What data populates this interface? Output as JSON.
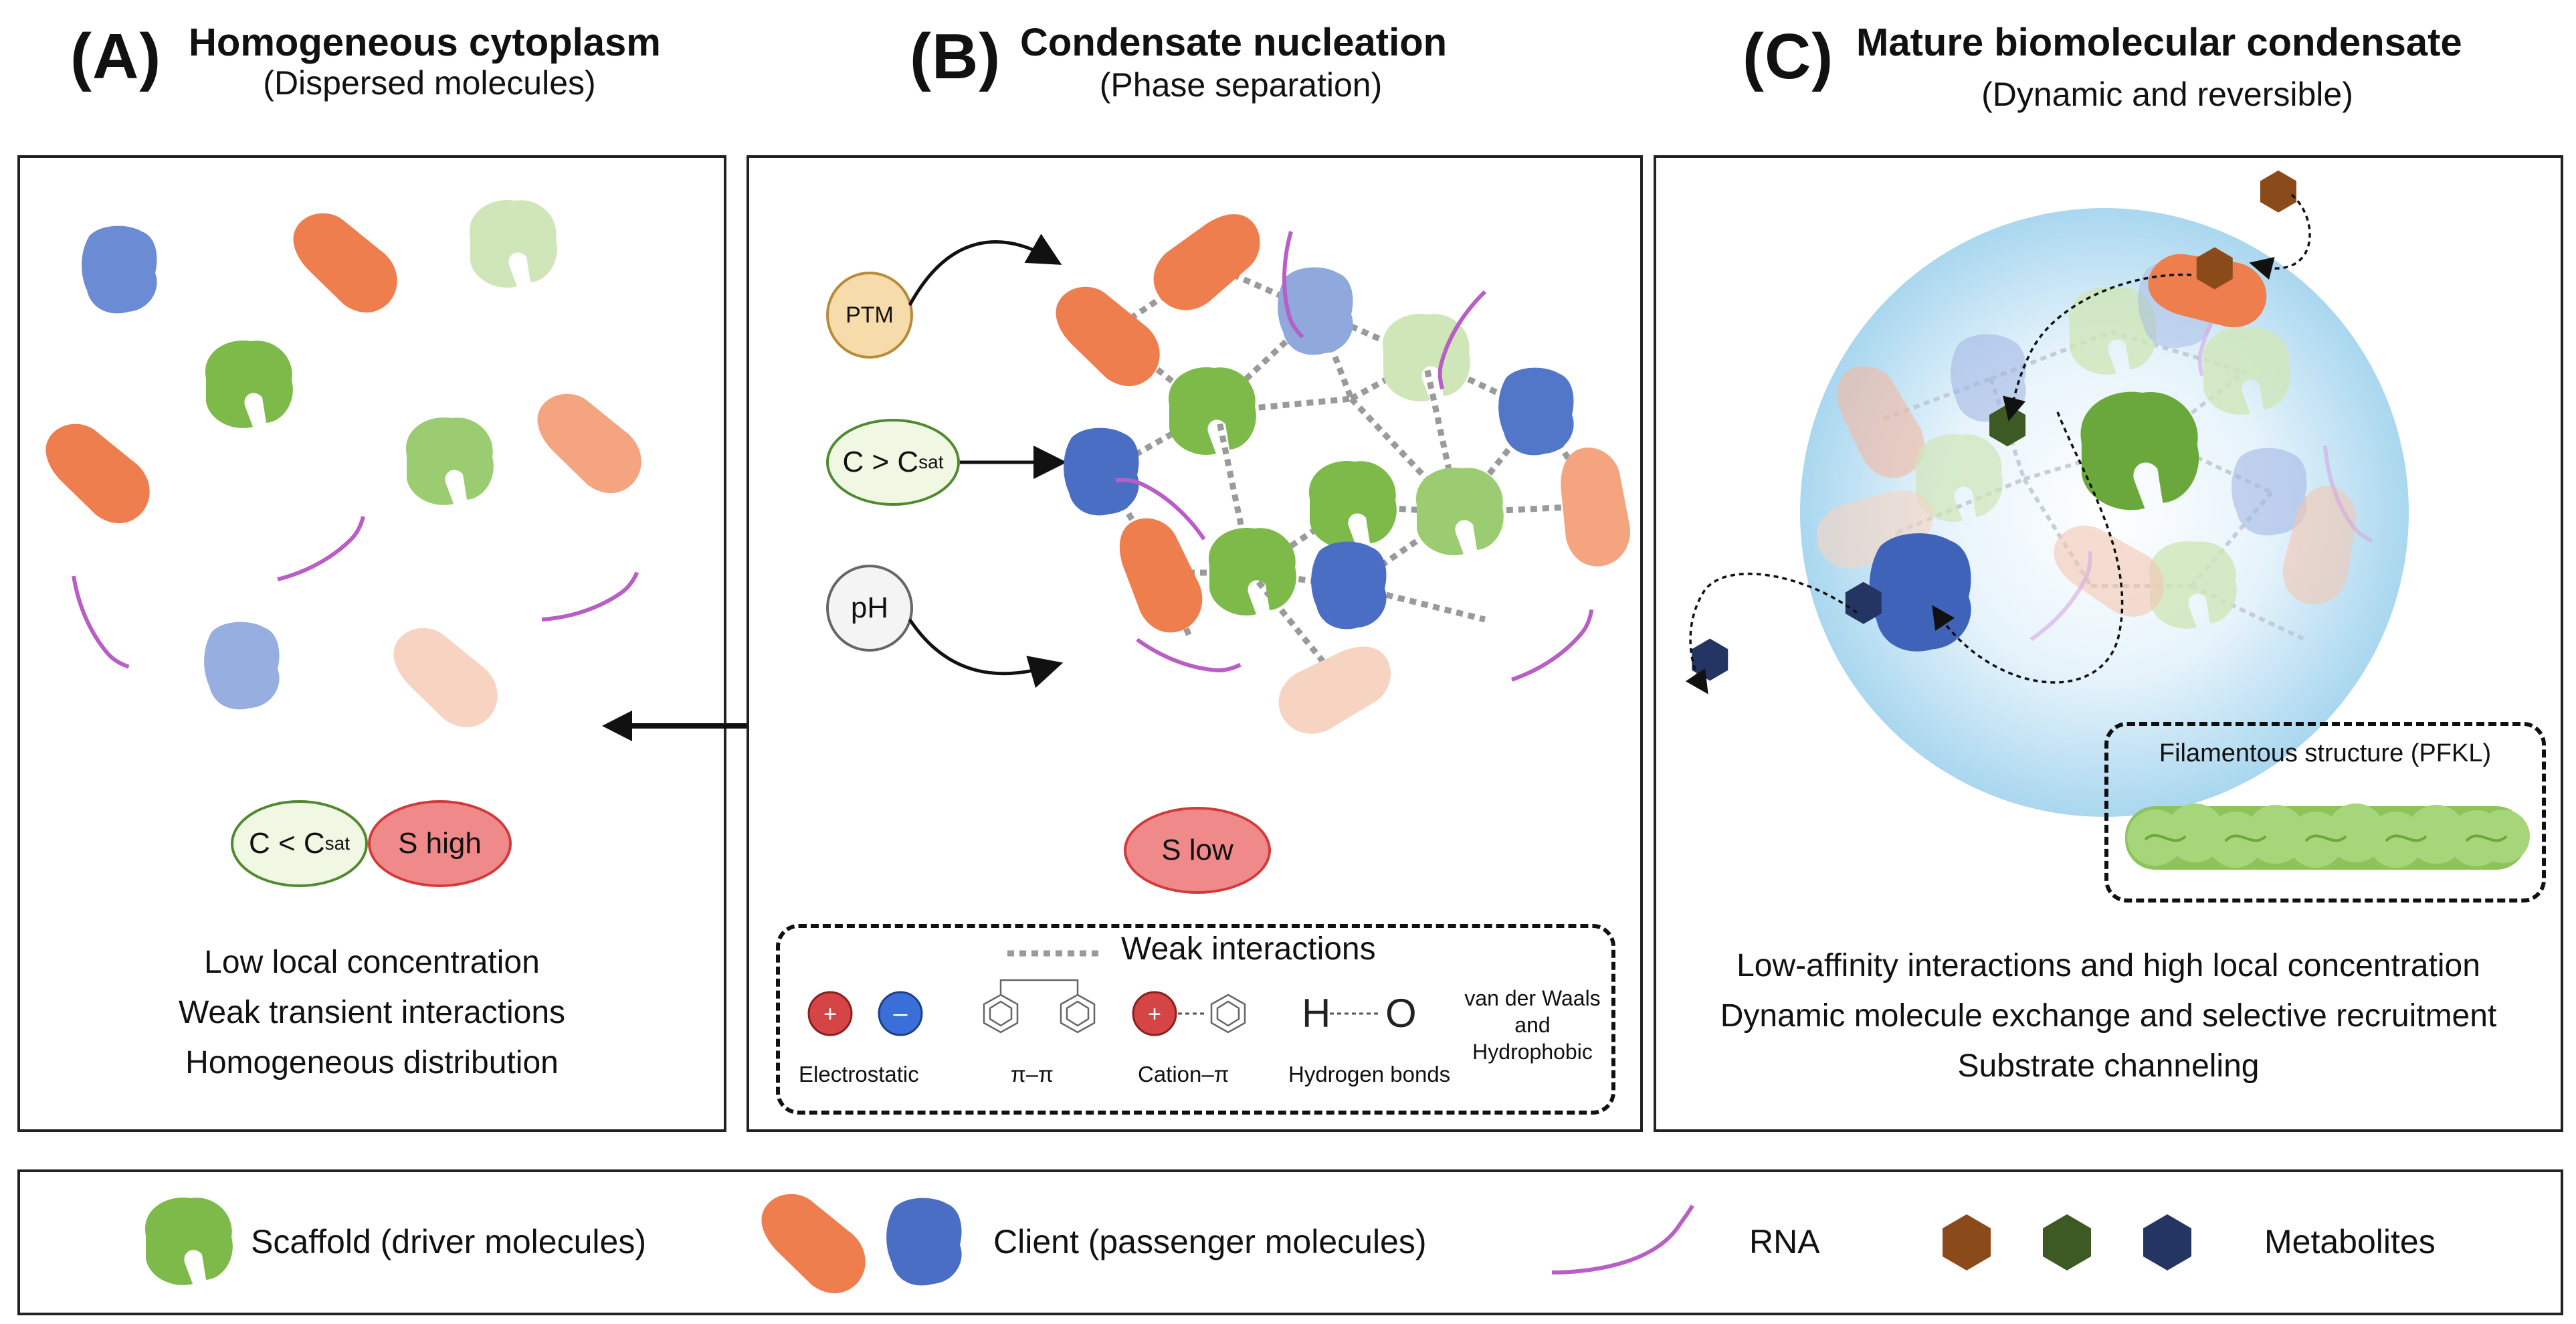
{
  "panel_a": {
    "letter": "(A)",
    "title": "Homogeneous cytoplasm",
    "subtitle": "(Dispersed molecules)",
    "cond_left": "C < C",
    "cond_left_sub": "sat",
    "cond_right": "S high",
    "lines": [
      "Low local concentration",
      "Weak transient interactions",
      "Homogeneous distribution"
    ]
  },
  "panel_b": {
    "letter": "(B)",
    "title": "Condensate nucleation",
    "subtitle": "(Phase separation)",
    "trigger_ptm": "PTM",
    "trigger_c": "C > C",
    "trigger_c_sub": "sat",
    "trigger_ph": "pH",
    "s_low": "S low",
    "weak_interactions": "Weak interactions",
    "interactions": [
      {
        "label": "Electrostatic"
      },
      {
        "label": "π–π"
      },
      {
        "label": "Cation–π"
      },
      {
        "label": "Hydrogen bonds"
      },
      {
        "label": "van der Waals and Hydrophobic"
      }
    ],
    "plus": "+",
    "minus": "–",
    "h": "H",
    "o": "O"
  },
  "panel_c": {
    "letter": "(C)",
    "title": "Mature biomolecular condensate",
    "subtitle": "(Dynamic and reversible)",
    "filament_label": "Filamentous structure (PFKL)",
    "lines": [
      "Low-affinity interactions and high local concentration",
      "Dynamic molecule exchange and selective recruitment",
      "Substrate channeling"
    ]
  },
  "legend": {
    "scaffold": "Scaffold (driver molecules)",
    "client": "Client (passenger molecules)",
    "rna": "RNA",
    "metabolites": "Metabolites"
  },
  "colors": {
    "scaffold_green": "#7dba4a",
    "client_orange": "#ee7e4e",
    "client_blue": "#5277c8",
    "rna_purple": "#b85ec4",
    "metabolite_brown": "#8b4a1a",
    "metabolite_green": "#3d5a24",
    "metabolite_navy": "#243564",
    "s_red": "#f08a8a"
  }
}
